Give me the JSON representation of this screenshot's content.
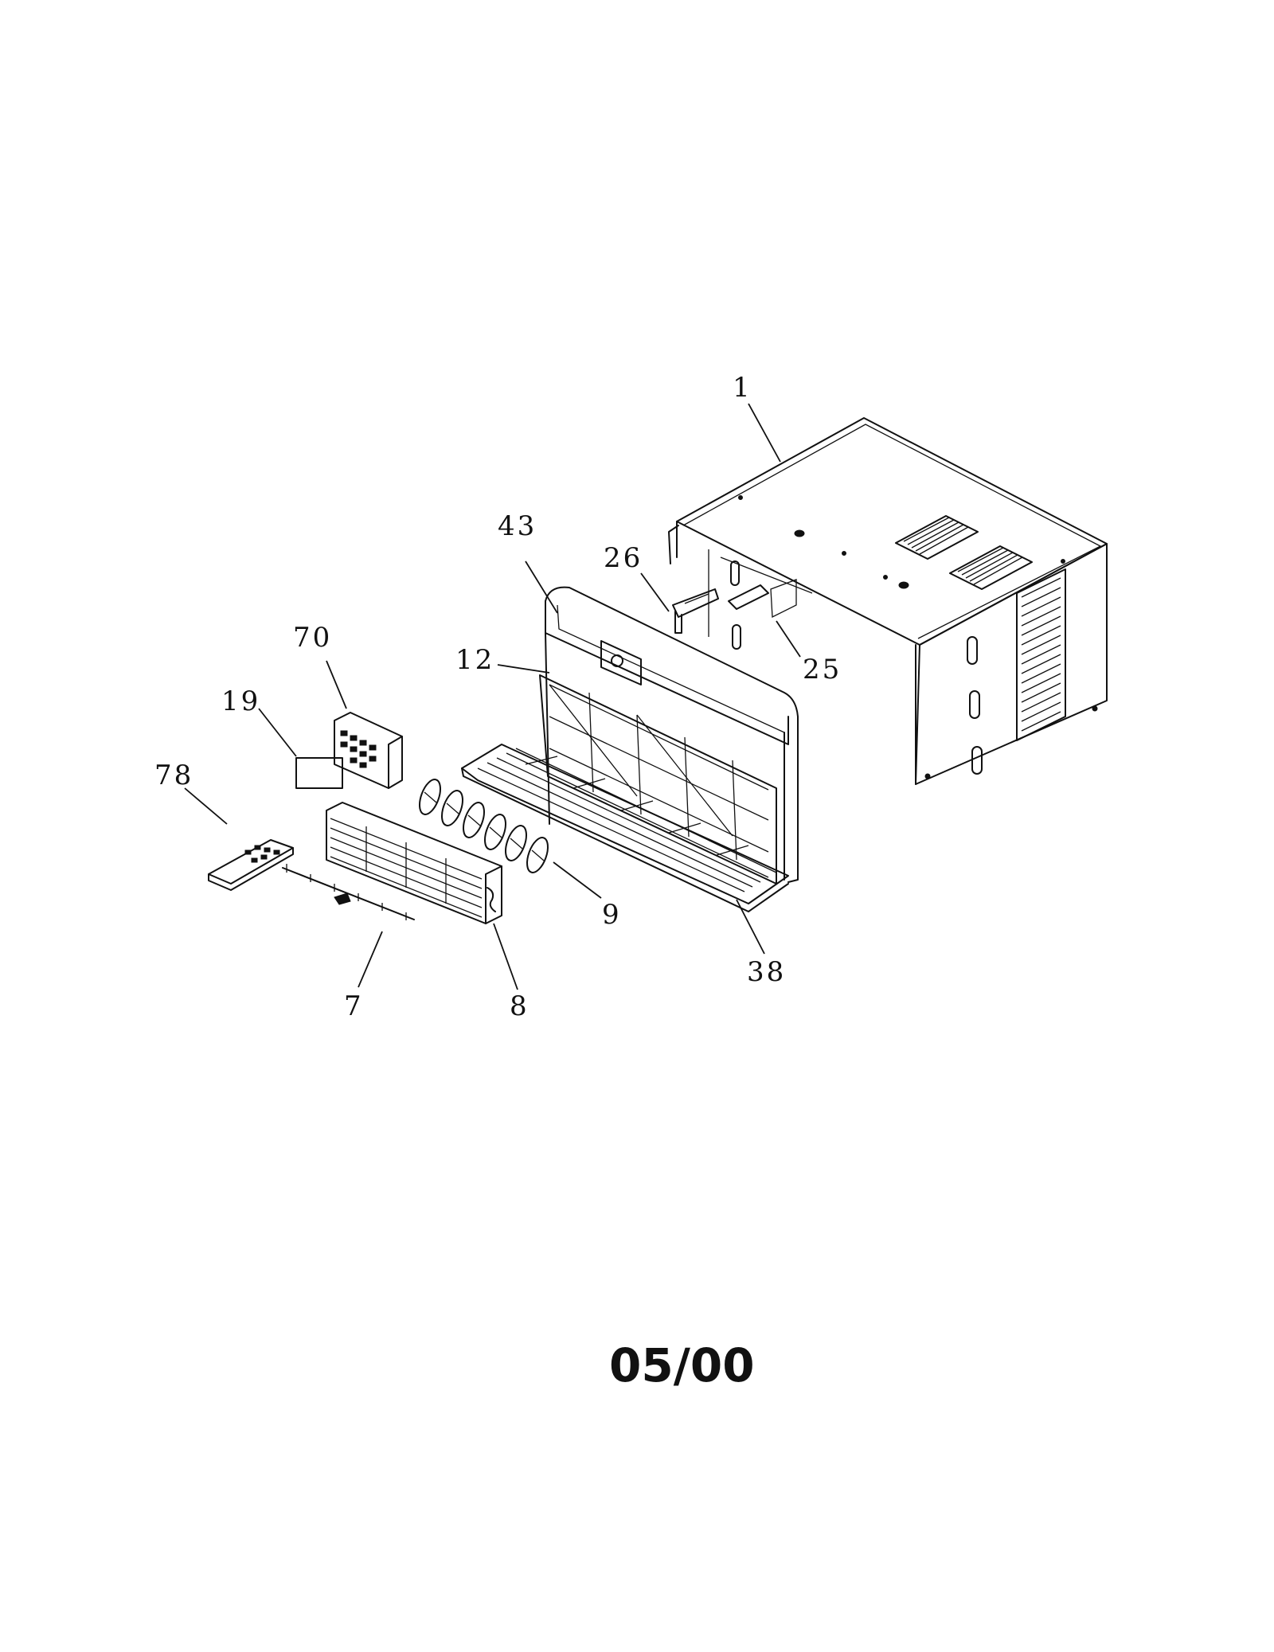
{
  "diagram": {
    "callouts": {
      "c1": "1",
      "c43": "43",
      "c26": "26",
      "c25": "25",
      "c70": "70",
      "c12": "12",
      "c19": "19",
      "c78": "78",
      "c9": "9",
      "c38": "38",
      "c7": "7",
      "c8": "8"
    },
    "date_stamp": "05/00"
  }
}
